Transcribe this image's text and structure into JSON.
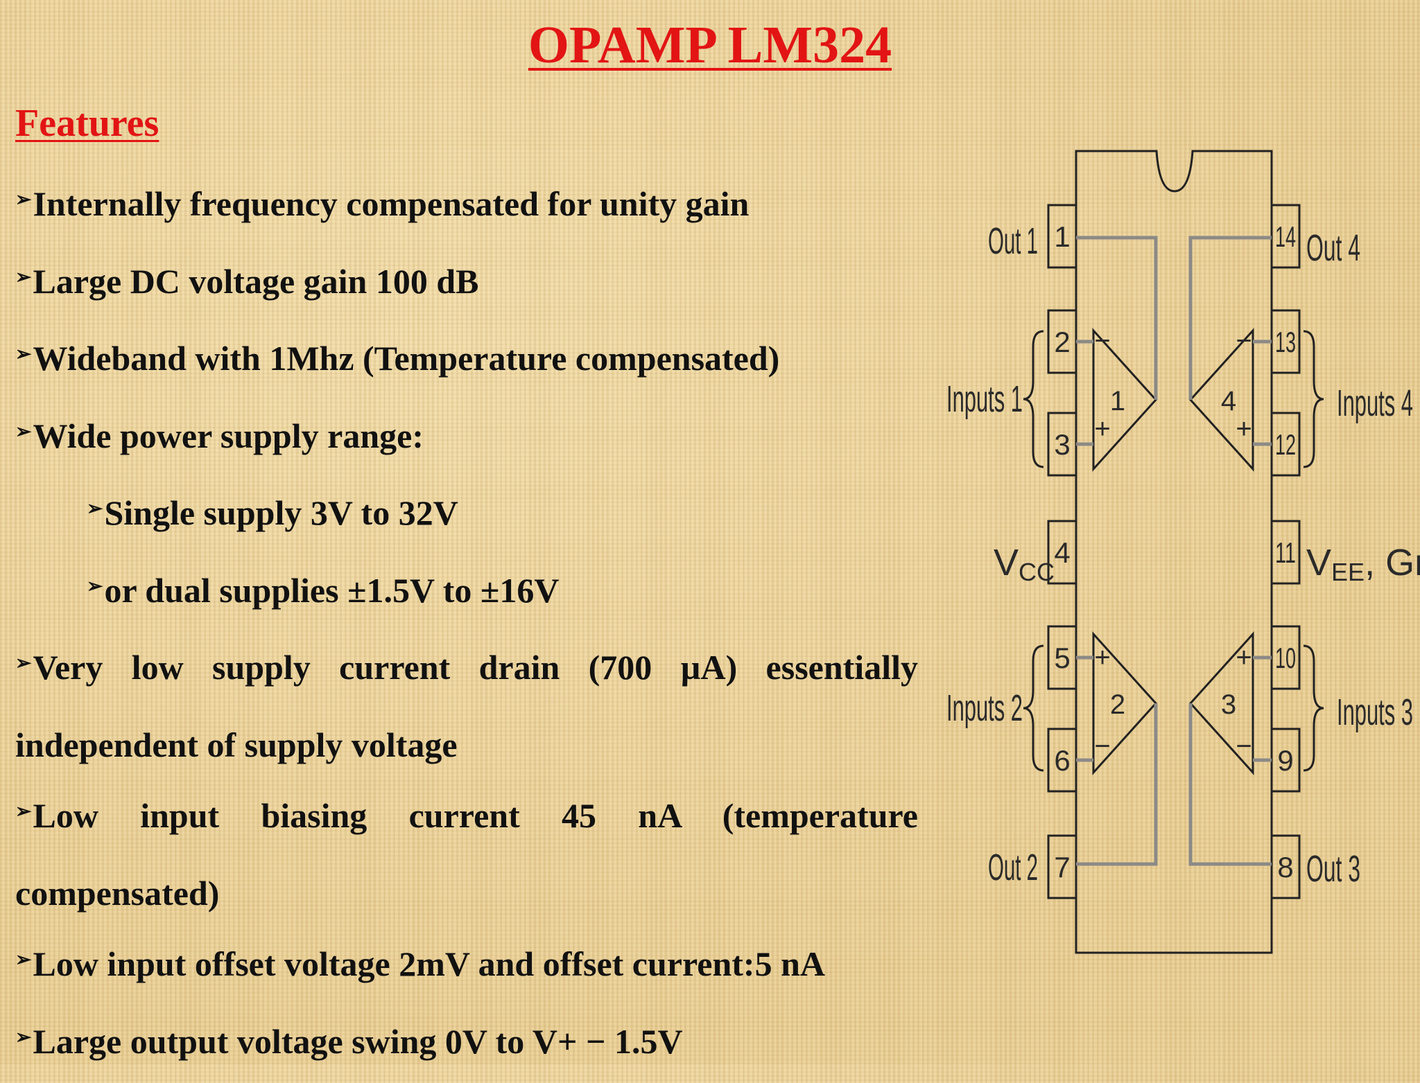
{
  "title": "OPAMP LM324",
  "features_heading": "Features",
  "bullet_symbol": "➢",
  "features": [
    {
      "text": "Internally frequency compensated for unity gain"
    },
    {
      "text": "Large DC voltage gain 100 dB"
    },
    {
      "text": "Wideband with 1Mhz (Temperature compensated)"
    },
    {
      "text": "Wide power supply range:"
    },
    {
      "text": "Single supply 3V to 32V"
    },
    {
      "text": "or dual supplies ±1.5V to ±16V"
    },
    {
      "text": "Very low supply current drain (700 µA) essentially independent of supply voltage"
    },
    {
      "text": "Low input biasing current 45 nA (temperature compensated)"
    },
    {
      "text": "Low input offset voltage 2mV and offset current:5 nA"
    },
    {
      "text": "Large output voltage swing 0V to V+ − 1.5V"
    }
  ],
  "pinout": {
    "left_labels": {
      "out1": "Out 1",
      "inputs1": "Inputs 1",
      "vcc": "V",
      "vcc_sub": "CC",
      "inputs2": "Inputs 2",
      "out2": "Out 2"
    },
    "right_labels": {
      "out4": "Out 4",
      "inputs4": "Inputs 4",
      "vee": "V",
      "vee_sub": "EE",
      "vee_suffix": ", Gnd",
      "inputs3": "Inputs 3",
      "out3": "Out 3"
    },
    "pins": {
      "p1": "1",
      "p2": "2",
      "p3": "3",
      "p4": "4",
      "p5": "5",
      "p6": "6",
      "p7": "7",
      "p8": "8",
      "p9": "9",
      "p10": "10",
      "p11": "11",
      "p12": "12",
      "p13": "13",
      "p14": "14"
    },
    "amps": {
      "a1": "1",
      "a2": "2",
      "a3": "3",
      "a4": "4"
    },
    "signs": {
      "minus": "−",
      "plus": "+"
    }
  }
}
